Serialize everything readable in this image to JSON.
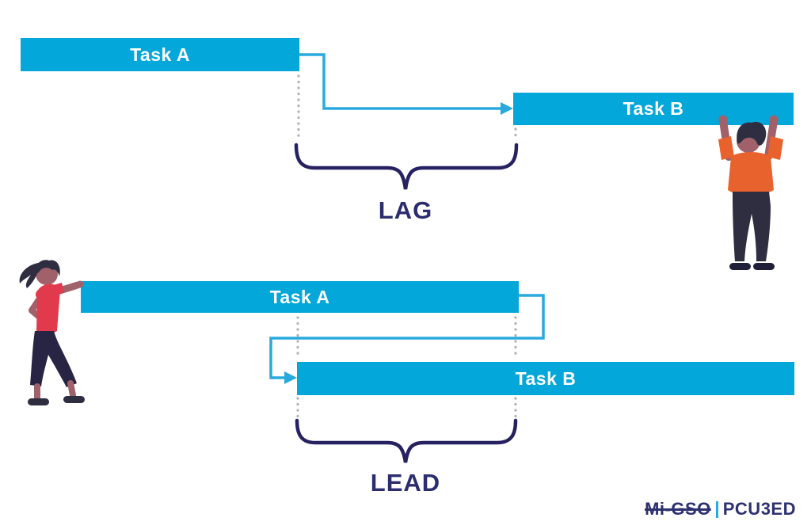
{
  "lag_section": {
    "task_a": "Task A",
    "task_b": "Task B",
    "label": "LAG"
  },
  "lead_section": {
    "task_a": "Task A",
    "task_b": "Task B",
    "label": "LEAD"
  },
  "logo": {
    "brand_left": "Mi-GSO",
    "brand_right": "PCU3ED"
  },
  "colors": {
    "task_bar": "#04a7da",
    "connector_arrow": "#29aadf",
    "brace": "#262262",
    "label_text": "#2b2d6e",
    "dotted_guide": "#b3b3b3",
    "logo_text": "#2d3170",
    "logo_divider": "#29abe2",
    "figure_skin": "#a0616a",
    "figure_hair": "#2f2e41",
    "man_shirt": "#e8622d",
    "woman_shirt": "#e23a4d"
  },
  "illustrations": {
    "left_figure": "woman-holding-task-bar",
    "right_figure": "man-holding-task-bar"
  }
}
